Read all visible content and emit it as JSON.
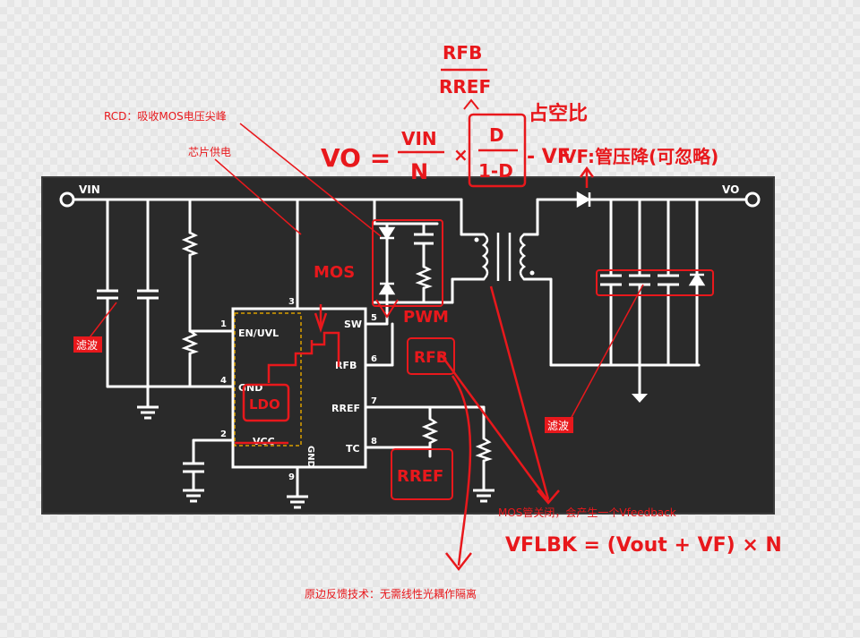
{
  "circuit": {
    "vin_label": "VIN",
    "vout_label": "VO",
    "pins": {
      "p1": "1",
      "p2": "2",
      "p3": "3",
      "p4": "4",
      "p5": "5",
      "p6": "6",
      "p7": "7",
      "p8": "8",
      "p9": "9"
    },
    "ic_labels": {
      "en_uvl": "EN/UVL",
      "gnd": "GND",
      "vcc": "VCC",
      "gnd_bottom": "GND",
      "sw": "SW",
      "rfb": "RFB",
      "rref": "RREF",
      "tc": "TC"
    }
  },
  "annotations": {
    "rcd": "RCD：吸收MOS电压尖峰",
    "chip_supply": "芯片供电",
    "filter_left": "滤波",
    "filter_right": "滤波",
    "mos_off": "MOS管关闭，会产生一个Vfeedback",
    "primary_feedback": "原边反馈技术：无需线性光耦作隔离",
    "mos_hand": "MOS",
    "pwm_hand": "PWM",
    "ldo_hand": "LDO",
    "rfb_box": "RFB",
    "rref_box": "RREF",
    "duty_ratio": "占空比",
    "forward_drop": "VF:管压降(可忽略)"
  },
  "formulas": {
    "ratio_num": "RFB",
    "ratio_den": "RREF",
    "vo_lhs": "VO =",
    "vin_over_n_num": "VIN",
    "vin_over_n_den": "N",
    "times": "×",
    "duty_num": "D",
    "duty_den": "1-D",
    "minus_vf": "- VF",
    "vfbk": "VFLBK = (Vout + VF) × N"
  }
}
